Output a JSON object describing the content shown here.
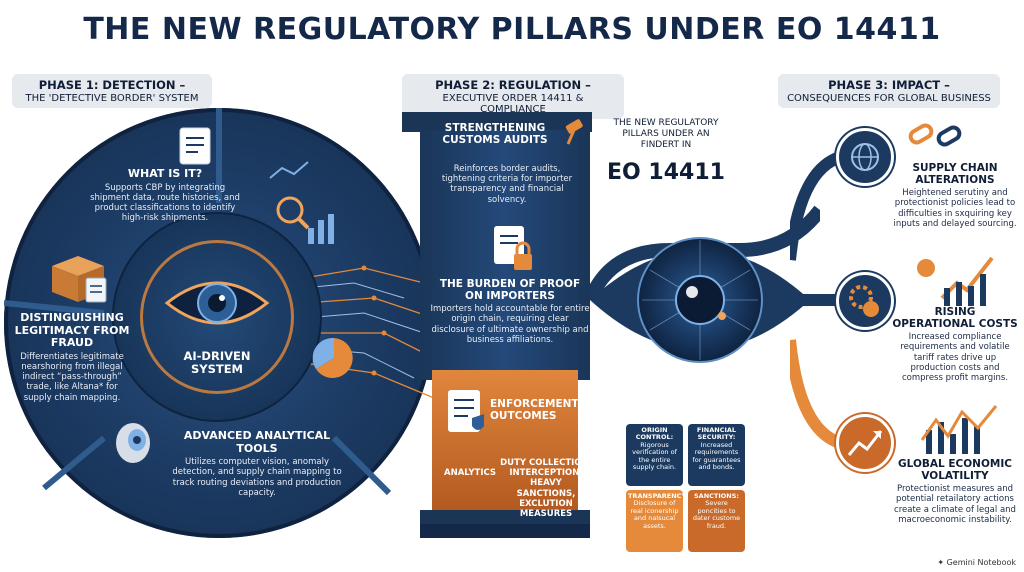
{
  "title": "THE NEW REGULATORY PILLARS UNDER EO 14411",
  "phase1": {
    "label": "PHASE 1: DETECTION –",
    "sublabel": "THE 'DETECTIVE BORDER' SYSTEM",
    "center_label": "AI-DRIVEN SYSTEM",
    "what_is_it": {
      "heading": "WHAT IS IT?",
      "body": "Supports CBP by integrating shipment data, route histories, and product classifications to identify high-risk shipments."
    },
    "legitimacy": {
      "heading": "DISTINGUISHING LEGITIMACY FROM FRAUD",
      "body": "Differentiates legitimate nearshoring from illegal indirect “pass-through” trade, like Altana* for supply chain mapping."
    },
    "tools": {
      "heading": "ADVANCED ANALYTICAL TOOLS",
      "body": "Utilizes computer vision, anomaly detection, and supply chain mapping to track routing deviations and production capacity."
    }
  },
  "phase2": {
    "label": "PHASE 2: REGULATION –",
    "sublabel": "EXECUTIVE ORDER 14411 & COMPLIANCE",
    "audits": {
      "heading": "STRENGTHENING CUSTOMS AUDITS",
      "body": "Reinforces border audits, tightening criteria for importer transparency and financial solvency."
    },
    "burden": {
      "heading": "THE BURDEN OF PROOF ON IMPORTERS",
      "body": "Importers hold accountable for entire origin chain, requiring clear disclosure of ultimate ownership and business affiliations."
    },
    "enforcement": {
      "heading": "ENFORCEMENT OUTCOMES",
      "analytics": "ANALYTICS",
      "outcomes": "DUTY COLLECTION, INTERCEPTION, HEAVY SANCTIONS, EXCLUTION MEASURES"
    },
    "eye_caption": "THE NEW REGULATORY PILLARS UNDER AN FINDERT IN",
    "eye_title": "EO 14411",
    "puzzle": [
      {
        "heading": "ORIGIN CONTROL:",
        "body": "Rigorous verification of the entire supply chain."
      },
      {
        "heading": "FINANCIAL SECURITY:",
        "body": "Increased requirements for guarantees and bonds."
      },
      {
        "heading": "TRANSPARENCY:",
        "body": "Disclosure of real iconership and naIsucal assets."
      },
      {
        "heading": "SANCTIONS:",
        "body": "Severe poncities to dater custome fraud."
      }
    ]
  },
  "phase3": {
    "label": "PHASE 3: IMPACT –",
    "sublabel": "CONSEQUENCES FOR GLOBAL BUSINESS",
    "items": [
      {
        "heading": "SUPPLY CHAIN ALTERATIONS",
        "body": "Heightened serutiny and protectionist policies lead to difficulties in sxquiring key inputs and delayed sourcing."
      },
      {
        "heading": "RISING OPERATIONAL COSTS",
        "body": "Increased compliance requirements and volatile tariff rates drive up production costs and compress profit margins."
      },
      {
        "heading": "GLOBAL ECONOMIC VOLATILITY",
        "body": "Protectionist measures and potential retailatory actions create a climate of legal and macroeconomic instability."
      }
    ]
  },
  "footer": "Gemini Notebook",
  "colors": {
    "navy": "#14284a",
    "accent_orange": "#e48a3a",
    "circle_blue": "#1d3d66"
  }
}
